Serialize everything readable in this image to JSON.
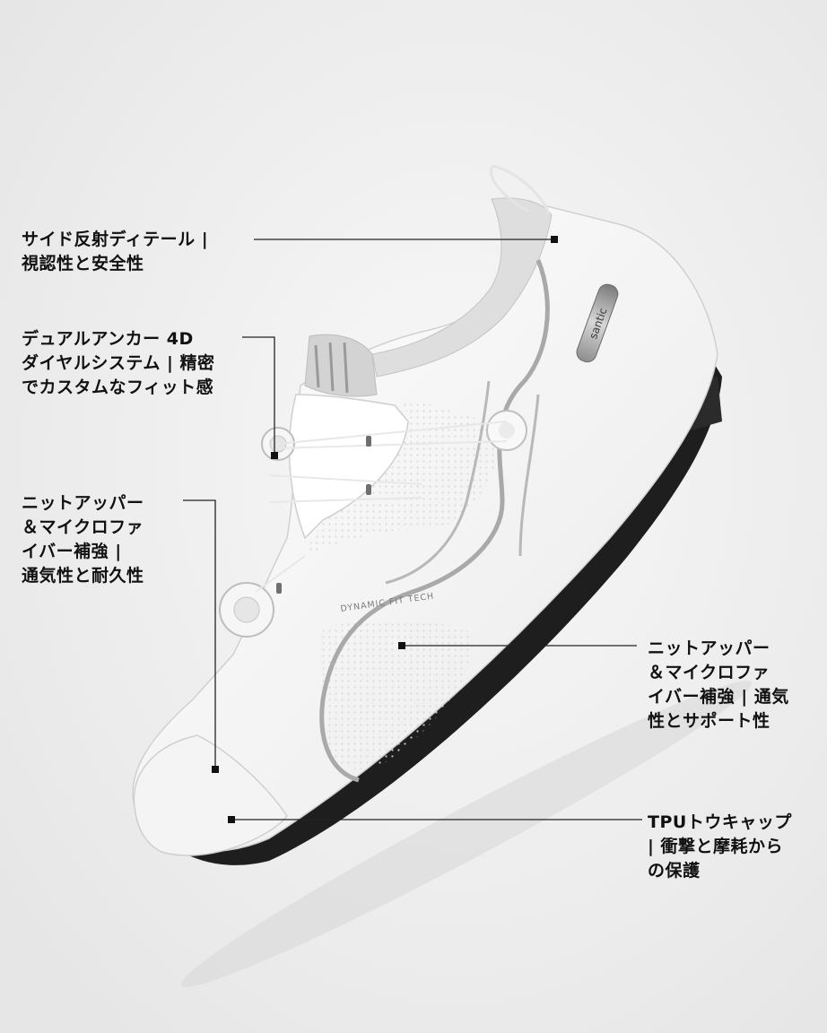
{
  "callouts": [
    {
      "id": "reflective",
      "text": "サイド反射ディテール |\n視認性と安全性"
    },
    {
      "id": "dial",
      "text": "デュアルアンカー 4D\nダイヤルシステム | 精密\nでカスタムなフィット感"
    },
    {
      "id": "knit-left",
      "text": "ニットアッパー\n＆マイクロファ\nイバー補強 |\n通気性と耐久性"
    },
    {
      "id": "knit-right",
      "text": "ニットアッパー\n＆マイクロファ\nイバー補強 | 通気\n性とサポート性"
    },
    {
      "id": "toecap",
      "text": "TPUトウキャップ\n| 衝撃と摩耗から\nの保護"
    }
  ],
  "product": {
    "side_print": "DYNAMIC FIT TECH",
    "badge_text": "santic"
  },
  "colors": {
    "background": "#f1f1f1",
    "upper": "#ffffff",
    "sole": "#1e1e1e",
    "trim": "#a9a9a9"
  }
}
